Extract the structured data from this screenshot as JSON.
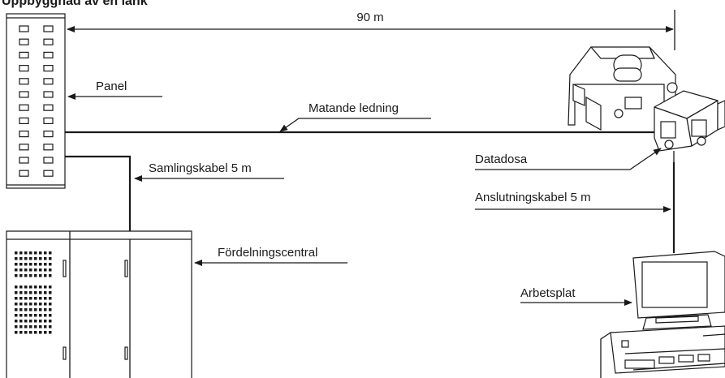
{
  "title": "Uppbyggnad av en länk",
  "distance_label": "90 m",
  "labels": {
    "panel": "Panel",
    "matande": "Matande ledning",
    "samlingskabel": "Samlingskabel 5 m",
    "fordelningscentral": "Fördelningscentral",
    "datadosa": "Datadosa",
    "anslutningskabel": "Anslutningskabel 5 m",
    "arbetsplat": "Arbetsplat"
  }
}
